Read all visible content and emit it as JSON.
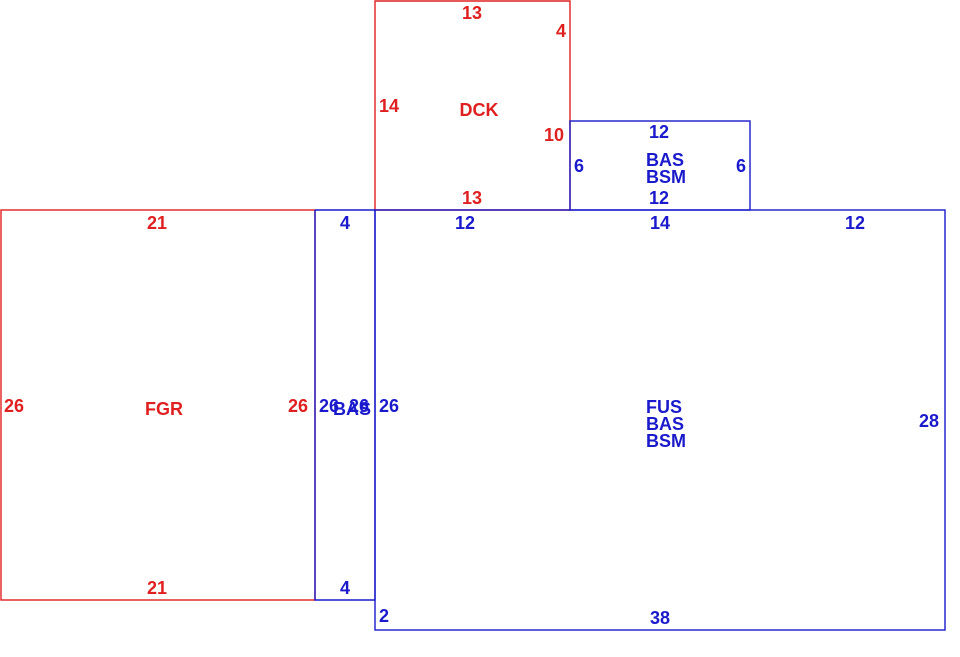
{
  "colors": {
    "garage_deck": "#e02020",
    "living": "#1a1acc",
    "background": "#ffffff"
  },
  "areas": {
    "dck": {
      "code": "DCK",
      "dims": {
        "top": "13",
        "right_upper": "4",
        "left": "14",
        "right_lower": "10",
        "bottom": "13"
      }
    },
    "fgr": {
      "code": "FGR",
      "dims": {
        "top": "21",
        "left": "26",
        "right": "26",
        "bottom": "21"
      }
    },
    "bas_strip": {
      "code": "BAS",
      "dims": {
        "top": "4",
        "left": "26",
        "right": "26",
        "bottom": "4"
      }
    },
    "bas_bump": {
      "codes": [
        "BAS",
        "BSM"
      ],
      "dims": {
        "top": "12",
        "left": "6",
        "right": "6",
        "bottom": "12"
      }
    },
    "main": {
      "codes": [
        "FUS",
        "BAS",
        "BSM"
      ],
      "dims": {
        "top_left": "12",
        "top_mid": "14",
        "top_right": "12",
        "left": "26",
        "right": "28",
        "bottom": "38",
        "bottom_left_step": "2"
      }
    }
  }
}
